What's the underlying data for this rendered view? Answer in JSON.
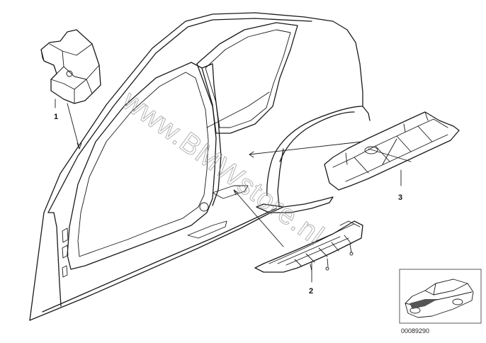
{
  "diagram": {
    "watermark": "www.BMWstore.nl",
    "part_labels": {
      "label_1": "1",
      "label_2": "2",
      "label_3": "3"
    },
    "thumbnail_code": "00089290"
  }
}
